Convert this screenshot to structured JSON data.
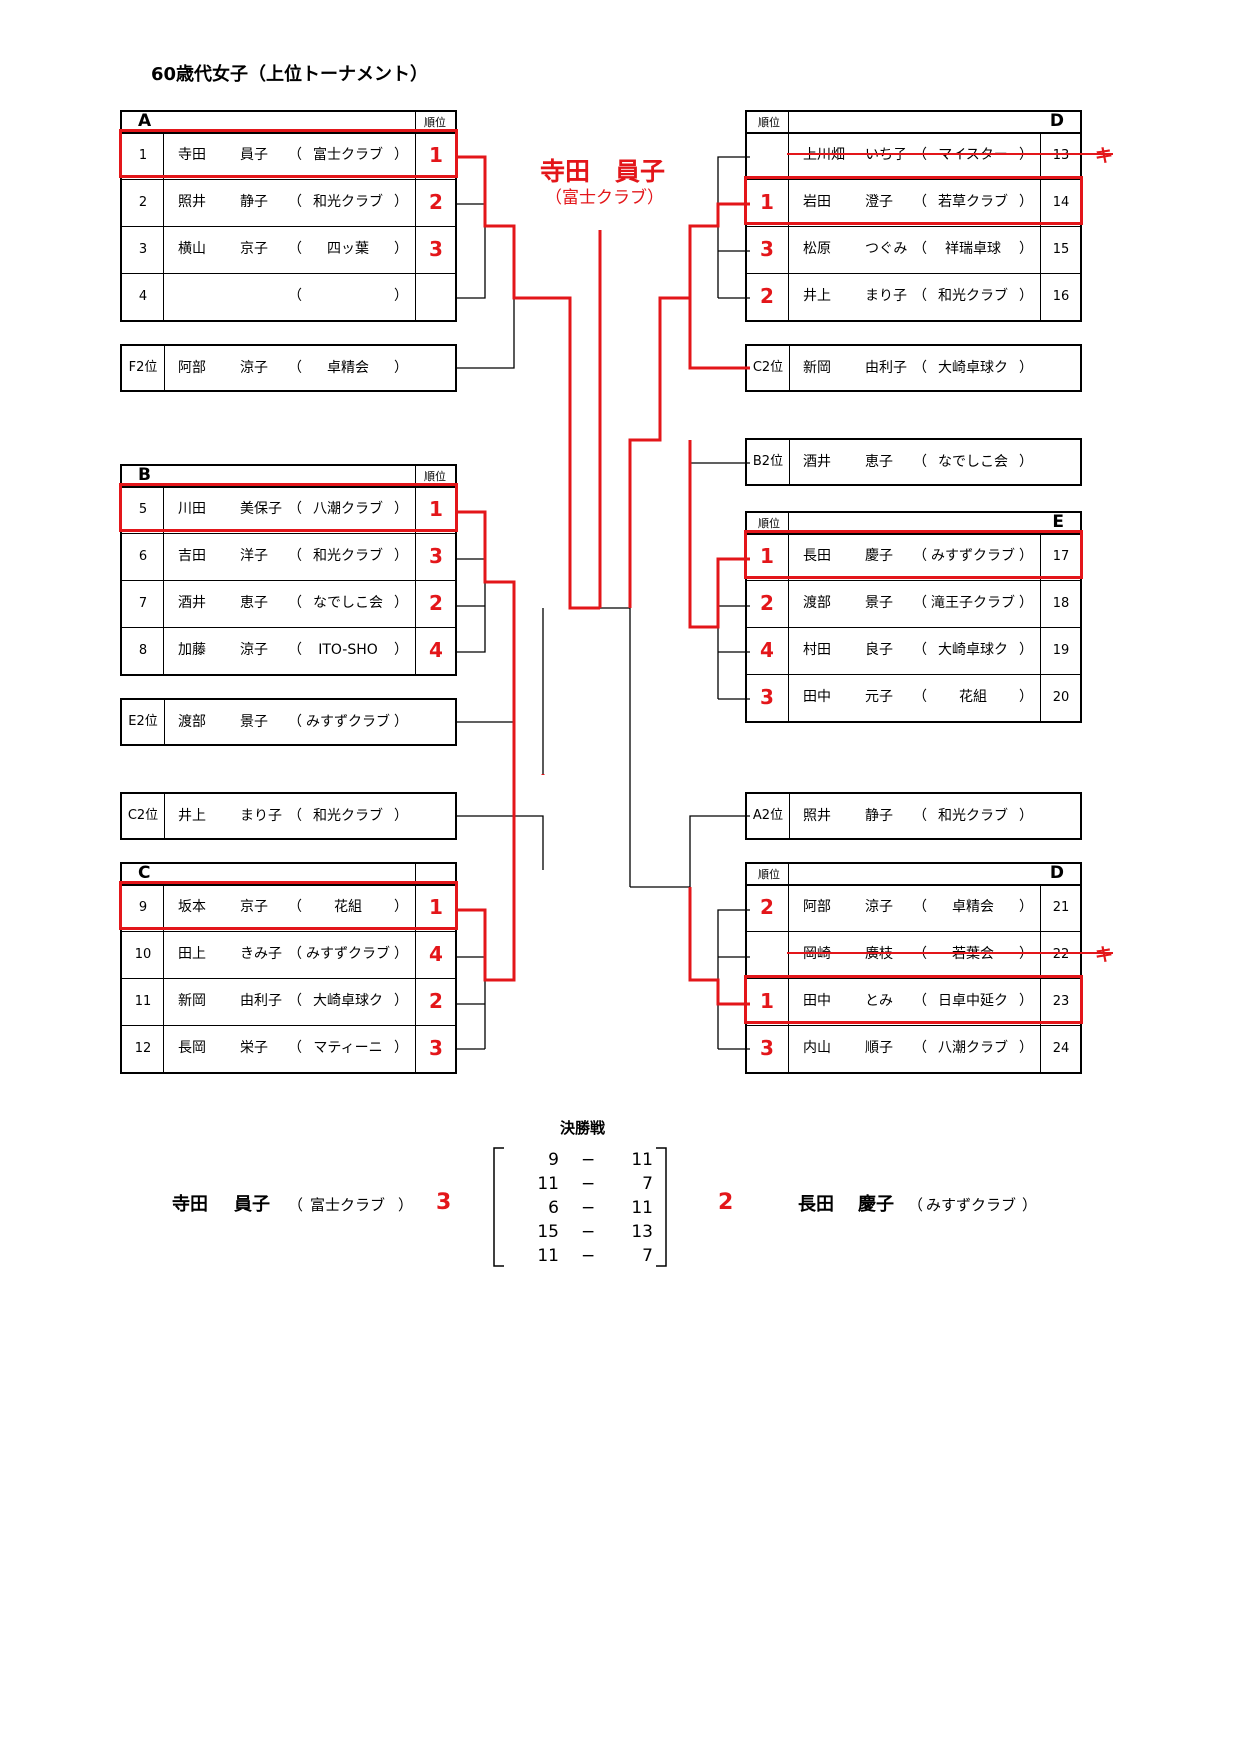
{
  "title": "60歳代女子（上位トーナメント）",
  "colors": {
    "red": "#e3161a",
    "black": "#000000"
  },
  "champion": {
    "name": "寺田　員子",
    "club": "（富士クラブ）"
  },
  "rank_header": "順位",
  "groups": {
    "A": {
      "letter": "A",
      "rows": [
        {
          "num": "1",
          "surname": "寺田",
          "given": "員子",
          "club": "富士クラブ",
          "rank": "1"
        },
        {
          "num": "2",
          "surname": "照井",
          "given": "静子",
          "club": "和光クラブ",
          "rank": "2"
        },
        {
          "num": "3",
          "surname": "横山",
          "given": "京子",
          "club": "四ッ葉",
          "rank": "3"
        },
        {
          "num": "4",
          "surname": "",
          "given": "",
          "club": "",
          "rank": ""
        }
      ]
    },
    "B": {
      "letter": "B",
      "rows": [
        {
          "num": "5",
          "surname": "川田",
          "given": "美保子",
          "club": "八潮クラブ",
          "rank": "1"
        },
        {
          "num": "6",
          "surname": "吉田",
          "given": "洋子",
          "club": "和光クラブ",
          "rank": "3"
        },
        {
          "num": "7",
          "surname": "酒井",
          "given": "恵子",
          "club": "なでしこ会",
          "rank": "2"
        },
        {
          "num": "8",
          "surname": "加藤",
          "given": "涼子",
          "club": "ITO-SHO",
          "rank": "4"
        }
      ]
    },
    "C": {
      "letter": "C",
      "rows": [
        {
          "num": "9",
          "surname": "坂本",
          "given": "京子",
          "club": "花組",
          "rank": "1"
        },
        {
          "num": "10",
          "surname": "田上",
          "given": "きみ子",
          "club": "みすずクラブ",
          "rank": "4"
        },
        {
          "num": "11",
          "surname": "新岡",
          "given": "由利子",
          "club": "大崎卓球ク",
          "rank": "2"
        },
        {
          "num": "12",
          "surname": "長岡",
          "given": "栄子",
          "club": "マティーニ",
          "rank": "3"
        }
      ]
    },
    "D1": {
      "letter": "D",
      "rows": [
        {
          "num": "13",
          "surname": "上川畑",
          "given": "いち子",
          "club": "マイスター",
          "rank": "",
          "withdrawn": "キ"
        },
        {
          "num": "14",
          "surname": "岩田",
          "given": "澄子",
          "club": "若草クラブ",
          "rank": "1"
        },
        {
          "num": "15",
          "surname": "松原",
          "given": "つぐみ",
          "club": "祥瑞卓球",
          "rank": "3"
        },
        {
          "num": "16",
          "surname": "井上",
          "given": "まり子",
          "club": "和光クラブ",
          "rank": "2"
        }
      ]
    },
    "E": {
      "letter": "E",
      "rows": [
        {
          "num": "17",
          "surname": "長田",
          "given": "慶子",
          "club": "みすずクラブ",
          "rank": "1"
        },
        {
          "num": "18",
          "surname": "渡部",
          "given": "景子",
          "club": "滝王子クラブ",
          "rank": "2"
        },
        {
          "num": "19",
          "surname": "村田",
          "given": "良子",
          "club": "大崎卓球ク",
          "rank": "4"
        },
        {
          "num": "20",
          "surname": "田中",
          "given": "元子",
          "club": "花組",
          "rank": "3"
        }
      ]
    },
    "D2": {
      "letter": "D",
      "rows": [
        {
          "num": "21",
          "surname": "阿部",
          "given": "涼子",
          "club": "卓精会",
          "rank": "2"
        },
        {
          "num": "22",
          "surname": "岡崎",
          "given": "廣枝",
          "club": "若葉会",
          "rank": "",
          "withdrawn": "キ"
        },
        {
          "num": "23",
          "surname": "田中",
          "given": "とみ",
          "club": "日卓中延ク",
          "rank": "1"
        },
        {
          "num": "24",
          "surname": "内山",
          "given": "順子",
          "club": "八潮クラブ",
          "rank": "3"
        }
      ]
    }
  },
  "seeds": {
    "F2": {
      "tag": "F2位",
      "surname": "阿部",
      "given": "涼子",
      "club": "卓精会"
    },
    "E2": {
      "tag": "E2位",
      "surname": "渡部",
      "given": "景子",
      "club": "みすずクラブ"
    },
    "C2L": {
      "tag": "C2位",
      "surname": "井上",
      "given": "まり子",
      "club": "和光クラブ"
    },
    "C2R": {
      "tag": "C2位",
      "surname": "新岡",
      "given": "由利子",
      "club": "大崎卓球ク"
    },
    "B2": {
      "tag": "B2位",
      "surname": "酒井",
      "given": "恵子",
      "club": "なでしこ会"
    },
    "A2": {
      "tag": "A2位",
      "surname": "照井",
      "given": "静子",
      "club": "和光クラブ"
    }
  },
  "final": {
    "title": "決勝戦",
    "left": {
      "surname": "寺田",
      "given": "員子",
      "club": "富士クラブ",
      "score": "3"
    },
    "right": {
      "surname": "長田",
      "given": "慶子",
      "club": "みすずクラブ",
      "score": "2"
    },
    "dash": "−",
    "sets": [
      {
        "a": "9",
        "b": "11"
      },
      {
        "a": "11",
        "b": "7"
      },
      {
        "a": "6",
        "b": "11"
      },
      {
        "a": "15",
        "b": "13"
      },
      {
        "a": "11",
        "b": "7"
      }
    ]
  }
}
